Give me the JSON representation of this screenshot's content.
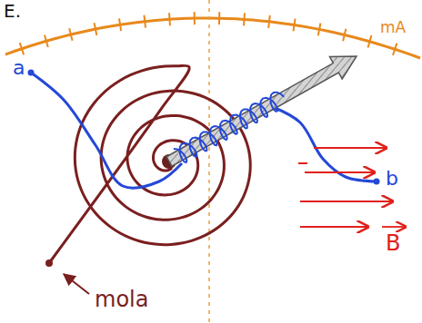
{
  "diagram": {
    "labels": [
      "E.",
      "mA",
      "a",
      "b",
      "B",
      "mola"
    ]
  }
}
